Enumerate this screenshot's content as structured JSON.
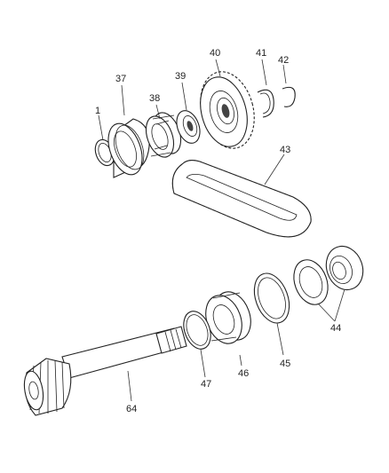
{
  "callouts": {
    "c1": "1",
    "c37": "37",
    "c38": "38",
    "c39": "39",
    "c40": "40",
    "c41": "41",
    "c42": "42",
    "c43": "43",
    "c44": "44",
    "c45": "45",
    "c46": "46",
    "c47": "47",
    "c64": "64"
  }
}
